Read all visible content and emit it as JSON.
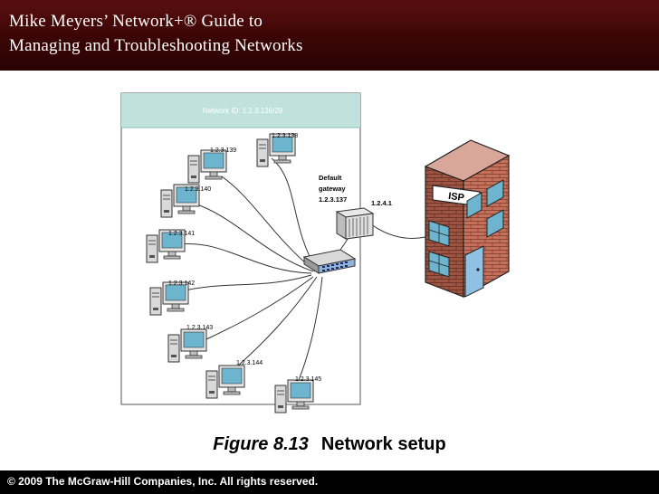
{
  "header": {
    "line1": "Mike Meyers’ Network+® Guide to",
    "line2": "Managing and Troubleshooting Networks"
  },
  "diagram": {
    "network_id": "Network ID: 1.2.3.136/29",
    "computers": [
      "1.2.3.138",
      "1.2.3.139",
      "1.2.3.140",
      "1.2.3.141",
      "1.2.3.142",
      "1.2.3.143",
      "1.2.3.144",
      "1.2.3.145"
    ],
    "gateway_line1": "Default",
    "gateway_line2": "gateway",
    "gateway_ip": "1.2.3.137",
    "isp_ip": "1.2.4.1",
    "isp_sign": "ISP"
  },
  "caption": {
    "figure": "Figure 8.13",
    "title": "Network setup"
  },
  "footer": {
    "copyright": "© 2009 The McGraw-Hill Companies, Inc. All rights reserved."
  },
  "colors": {
    "header_bg": "#4a0a0a",
    "network_band": "#bfe3dc",
    "brick": "#c4705a",
    "monitor_screen": "#6db5ce",
    "door": "#8fc1e3"
  }
}
